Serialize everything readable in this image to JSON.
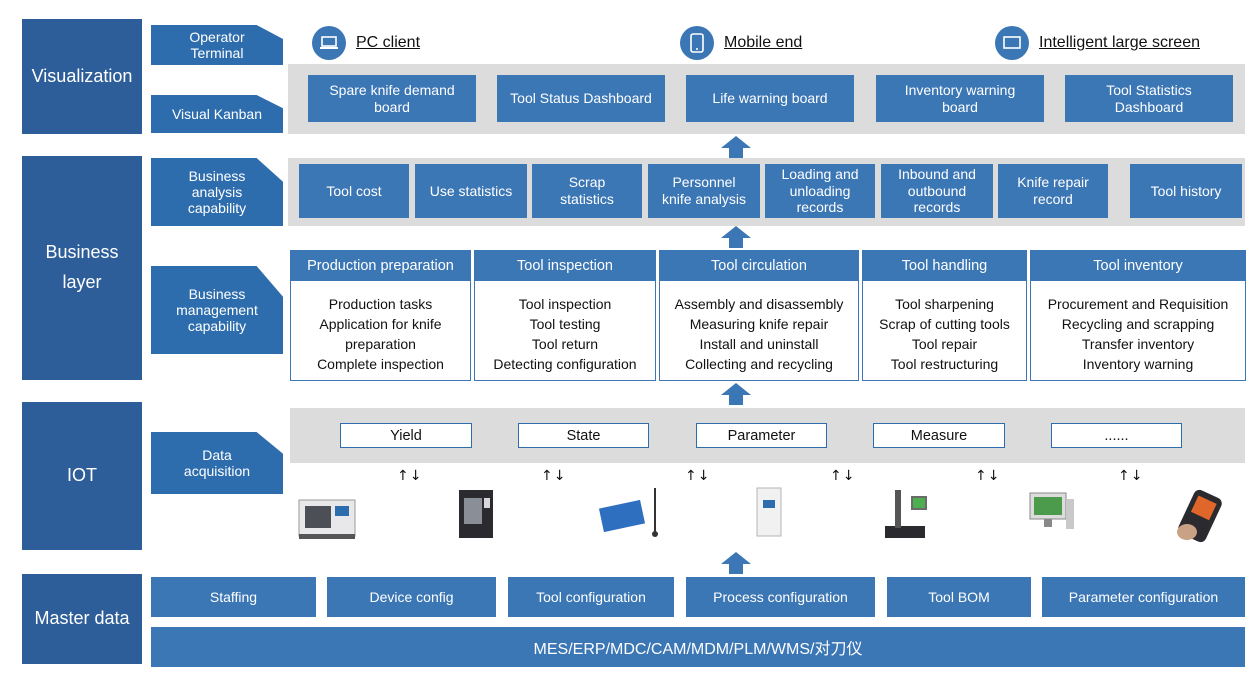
{
  "layers": {
    "visualization": "Visualization",
    "business": "Business\nlayer",
    "iot": "IOT",
    "master": "Master data"
  },
  "tags": {
    "operator_terminal": "Operator\nTerminal",
    "visual_kanban": "Visual Kanban",
    "business_analysis": "Business\nanalysis\ncapability",
    "business_management": "Business\nmanagement\ncapability",
    "data_acquisition": "Data\nacquisition"
  },
  "clients": [
    {
      "label": "PC client",
      "icon": "laptop-icon"
    },
    {
      "label": "Mobile end",
      "icon": "tablet-icon"
    },
    {
      "label": "Intelligent large screen",
      "icon": "monitor-icon"
    }
  ],
  "kanban": [
    "Spare knife demand\nboard",
    "Tool Status Dashboard",
    "Life warning board",
    "Inventory warning\nboard",
    "Tool Statistics\nDashboard"
  ],
  "analysis": [
    "Tool cost",
    "Use statistics",
    "Scrap\nstatistics",
    "Personnel\nknife analysis",
    "Loading and\nunloading\nrecords",
    "Inbound and\noutbound\nrecords",
    "Knife repair\nrecord",
    "Tool history"
  ],
  "management": [
    {
      "title": "Production preparation",
      "items": [
        "Production tasks",
        "Application for knife",
        "preparation",
        "Complete inspection"
      ]
    },
    {
      "title": "Tool inspection",
      "items": [
        "Tool inspection",
        "Tool testing",
        "Tool return",
        "Detecting configuration"
      ]
    },
    {
      "title": "Tool circulation",
      "items": [
        "Assembly and disassembly",
        "Measuring knife repair",
        "Install and uninstall",
        "Collecting and recycling"
      ]
    },
    {
      "title": "Tool handling",
      "items": [
        "Tool sharpening",
        "Scrap of cutting tools",
        "Tool repair",
        "Tool restructuring"
      ]
    },
    {
      "title": "Tool inventory",
      "items": [
        "Procurement and Requisition",
        "Recycling and scrapping",
        "Transfer inventory",
        "Inventory warning"
      ]
    }
  ],
  "acquisition": [
    "Yield",
    "State",
    "Parameter",
    "Measure",
    "......"
  ],
  "updown": "↑↓",
  "devices": [
    "machining-center-icon",
    "vertical-machine-icon",
    "wireless-gateway-icon",
    "tool-cabinet-icon",
    "tool-presetter-icon",
    "pc-workstation-icon",
    "handheld-terminal-icon"
  ],
  "master": [
    "Staffing",
    "Device config",
    "Tool configuration",
    "Process configuration",
    "Tool BOM",
    "Parameter configuration"
  ],
  "systems": "MES/ERP/MDC/CAM/MDM/PLM/WMS/对刀仪",
  "colors": {
    "layer": "#2e5e9a",
    "box": "#3b76b5",
    "band": "#dcdcdc"
  }
}
